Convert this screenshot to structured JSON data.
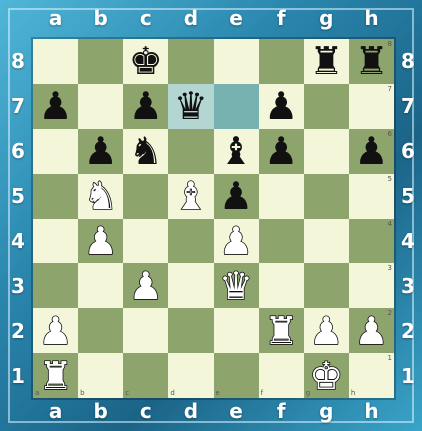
{
  "files": [
    "a",
    "b",
    "c",
    "d",
    "e",
    "f",
    "g",
    "h"
  ],
  "ranks": [
    "8",
    "7",
    "6",
    "5",
    "4",
    "3",
    "2",
    "1"
  ],
  "highlight": [
    "d7",
    "e7"
  ],
  "pieces": {
    "c8": {
      "color": "b",
      "type": "king",
      "glyph": "♚"
    },
    "g8": {
      "color": "b",
      "type": "rook",
      "glyph": "♜"
    },
    "h8": {
      "color": "b",
      "type": "rook",
      "glyph": "♜"
    },
    "a7": {
      "color": "b",
      "type": "pawn",
      "glyph": "♟"
    },
    "c7": {
      "color": "b",
      "type": "pawn",
      "glyph": "♟"
    },
    "d7": {
      "color": "b",
      "type": "queen",
      "glyph": "♛"
    },
    "f7": {
      "color": "b",
      "type": "pawn",
      "glyph": "♟"
    },
    "b6": {
      "color": "b",
      "type": "pawn",
      "glyph": "♟"
    },
    "c6": {
      "color": "b",
      "type": "knight",
      "glyph": "♞"
    },
    "e6": {
      "color": "b",
      "type": "bishop",
      "glyph": "♝"
    },
    "f6": {
      "color": "b",
      "type": "pawn",
      "glyph": "♟"
    },
    "h6": {
      "color": "b",
      "type": "pawn",
      "glyph": "♟"
    },
    "b5": {
      "color": "w",
      "type": "knight",
      "glyph": "♞"
    },
    "d5": {
      "color": "w",
      "type": "bishop",
      "glyph": "♝"
    },
    "e5": {
      "color": "b",
      "type": "pawn",
      "glyph": "♟"
    },
    "b4": {
      "color": "w",
      "type": "pawn",
      "glyph": "♟"
    },
    "e4": {
      "color": "w",
      "type": "pawn",
      "glyph": "♟"
    },
    "c3": {
      "color": "w",
      "type": "pawn",
      "glyph": "♟"
    },
    "e3": {
      "color": "w",
      "type": "queen",
      "glyph": "♛"
    },
    "a2": {
      "color": "w",
      "type": "pawn",
      "glyph": "♟"
    },
    "f2": {
      "color": "w",
      "type": "rook",
      "glyph": "♜"
    },
    "g2": {
      "color": "w",
      "type": "pawn",
      "glyph": "♟"
    },
    "h2": {
      "color": "w",
      "type": "pawn",
      "glyph": "♟"
    },
    "a1": {
      "color": "w",
      "type": "rook",
      "glyph": "♜"
    },
    "g1": {
      "color": "w",
      "type": "king",
      "glyph": "♚"
    }
  }
}
